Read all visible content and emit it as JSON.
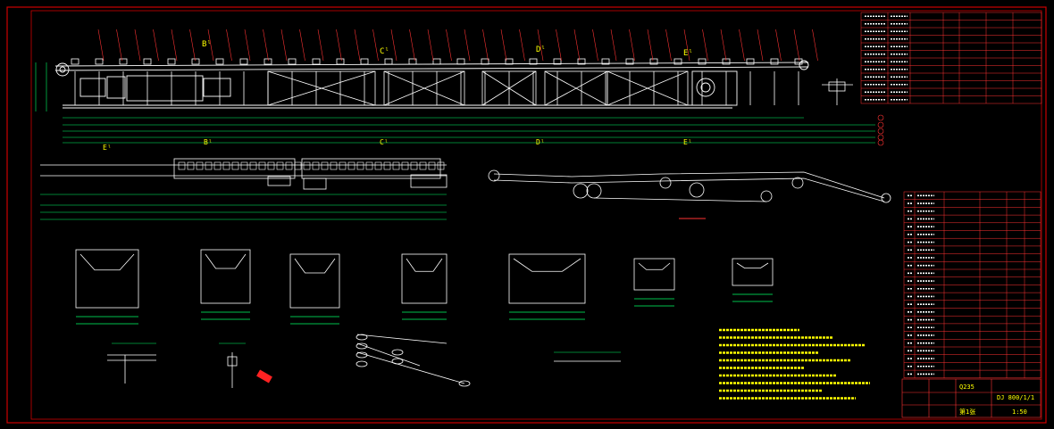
{
  "drawing": {
    "background": "#000000",
    "frame_color": "#cc0000",
    "line_color": "#ffffff",
    "dim_color": "#00ff66",
    "leader_color": "#ff3333",
    "text_color": "#ffff00",
    "accent_blue": "#3399ff"
  },
  "section_markers": {
    "top": [
      "Bˡ",
      "Cˡ",
      "Dˡ",
      "Eˡ"
    ],
    "middle": [
      "Eˡ",
      "Bˡ",
      "Cˡ",
      "Dˡ",
      "Eˡ"
    ]
  },
  "title_block": {
    "material": "Q235",
    "name": "DJ 800/1/1",
    "scale": "1:50",
    "sheet": "第1张"
  }
}
